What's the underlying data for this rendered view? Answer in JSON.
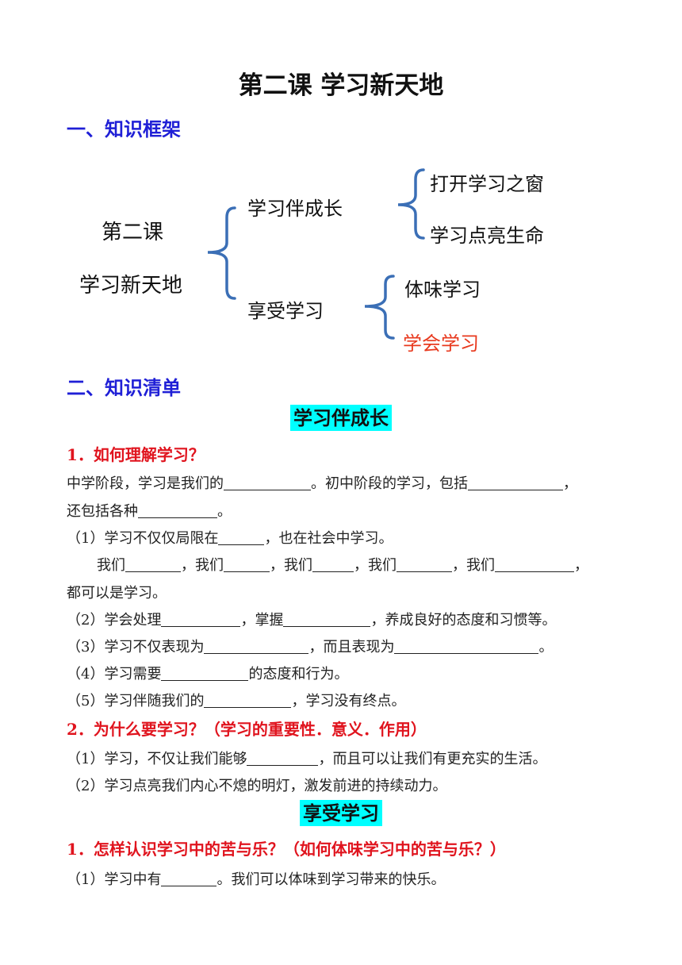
{
  "title": "第二课    学习新天地",
  "section1": "一、知识框架",
  "framework": {
    "root_line1": "第二课",
    "root_line2": "学习新天地",
    "branch1": "学习伴成长",
    "branch1_children": [
      "打开学习之窗",
      "学习点亮生命"
    ],
    "branch2": "享受学习",
    "branch2_children": [
      "体味学习",
      "学会学习"
    ],
    "highlight_color": "#e8391e",
    "brace_color": "#3b6fb6"
  },
  "section2": "二、知识清单",
  "part1": {
    "heading": "学习伴成长",
    "q1": "1．如何理解学习？",
    "l1a": "中学阶段，学习是我们的",
    "l1b": "。初中阶段的学习，包括",
    "l1c": "，",
    "l2a": "还包括各种",
    "l2b": "。",
    "s1a": "（1）学习不仅仅局限在",
    "s1b": "，也在社会中学习。",
    "w": [
      "我们",
      "，我们",
      "，我们",
      "，我们",
      "，我们",
      "，"
    ],
    "w_end": "都可以是学习。",
    "s2a": "（2）学会处理",
    "s2b": "，掌握",
    "s2c": "，养成良好的态度和习惯等。",
    "s3a": "（3）学习不仅表现为",
    "s3b": "，而且表现为",
    "s3c": "。",
    "s4a": "（4）学习需要",
    "s4b": "的态度和行为。",
    "s5a": "（5）学习伴随我们的",
    "s5b": "，学习没有终点。",
    "q2": "2．为什么要学习？（学习的重要性．意义．作用）",
    "t1a": "（1）学习，不仅让我们能够",
    "t1b": "，而且可以让我们有更充实的生活。",
    "t2": "（2）学习点亮我们内心不熄的明灯，激发前进的持续动力。"
  },
  "part2": {
    "heading": "享受学习",
    "q1": "1．怎样认识学习中的苦与乐？（如何体味学习中的苦与乐？）",
    "u1a": "（1）学习中有",
    "u1b": "。我们可以体味到学习带来的快乐。"
  }
}
